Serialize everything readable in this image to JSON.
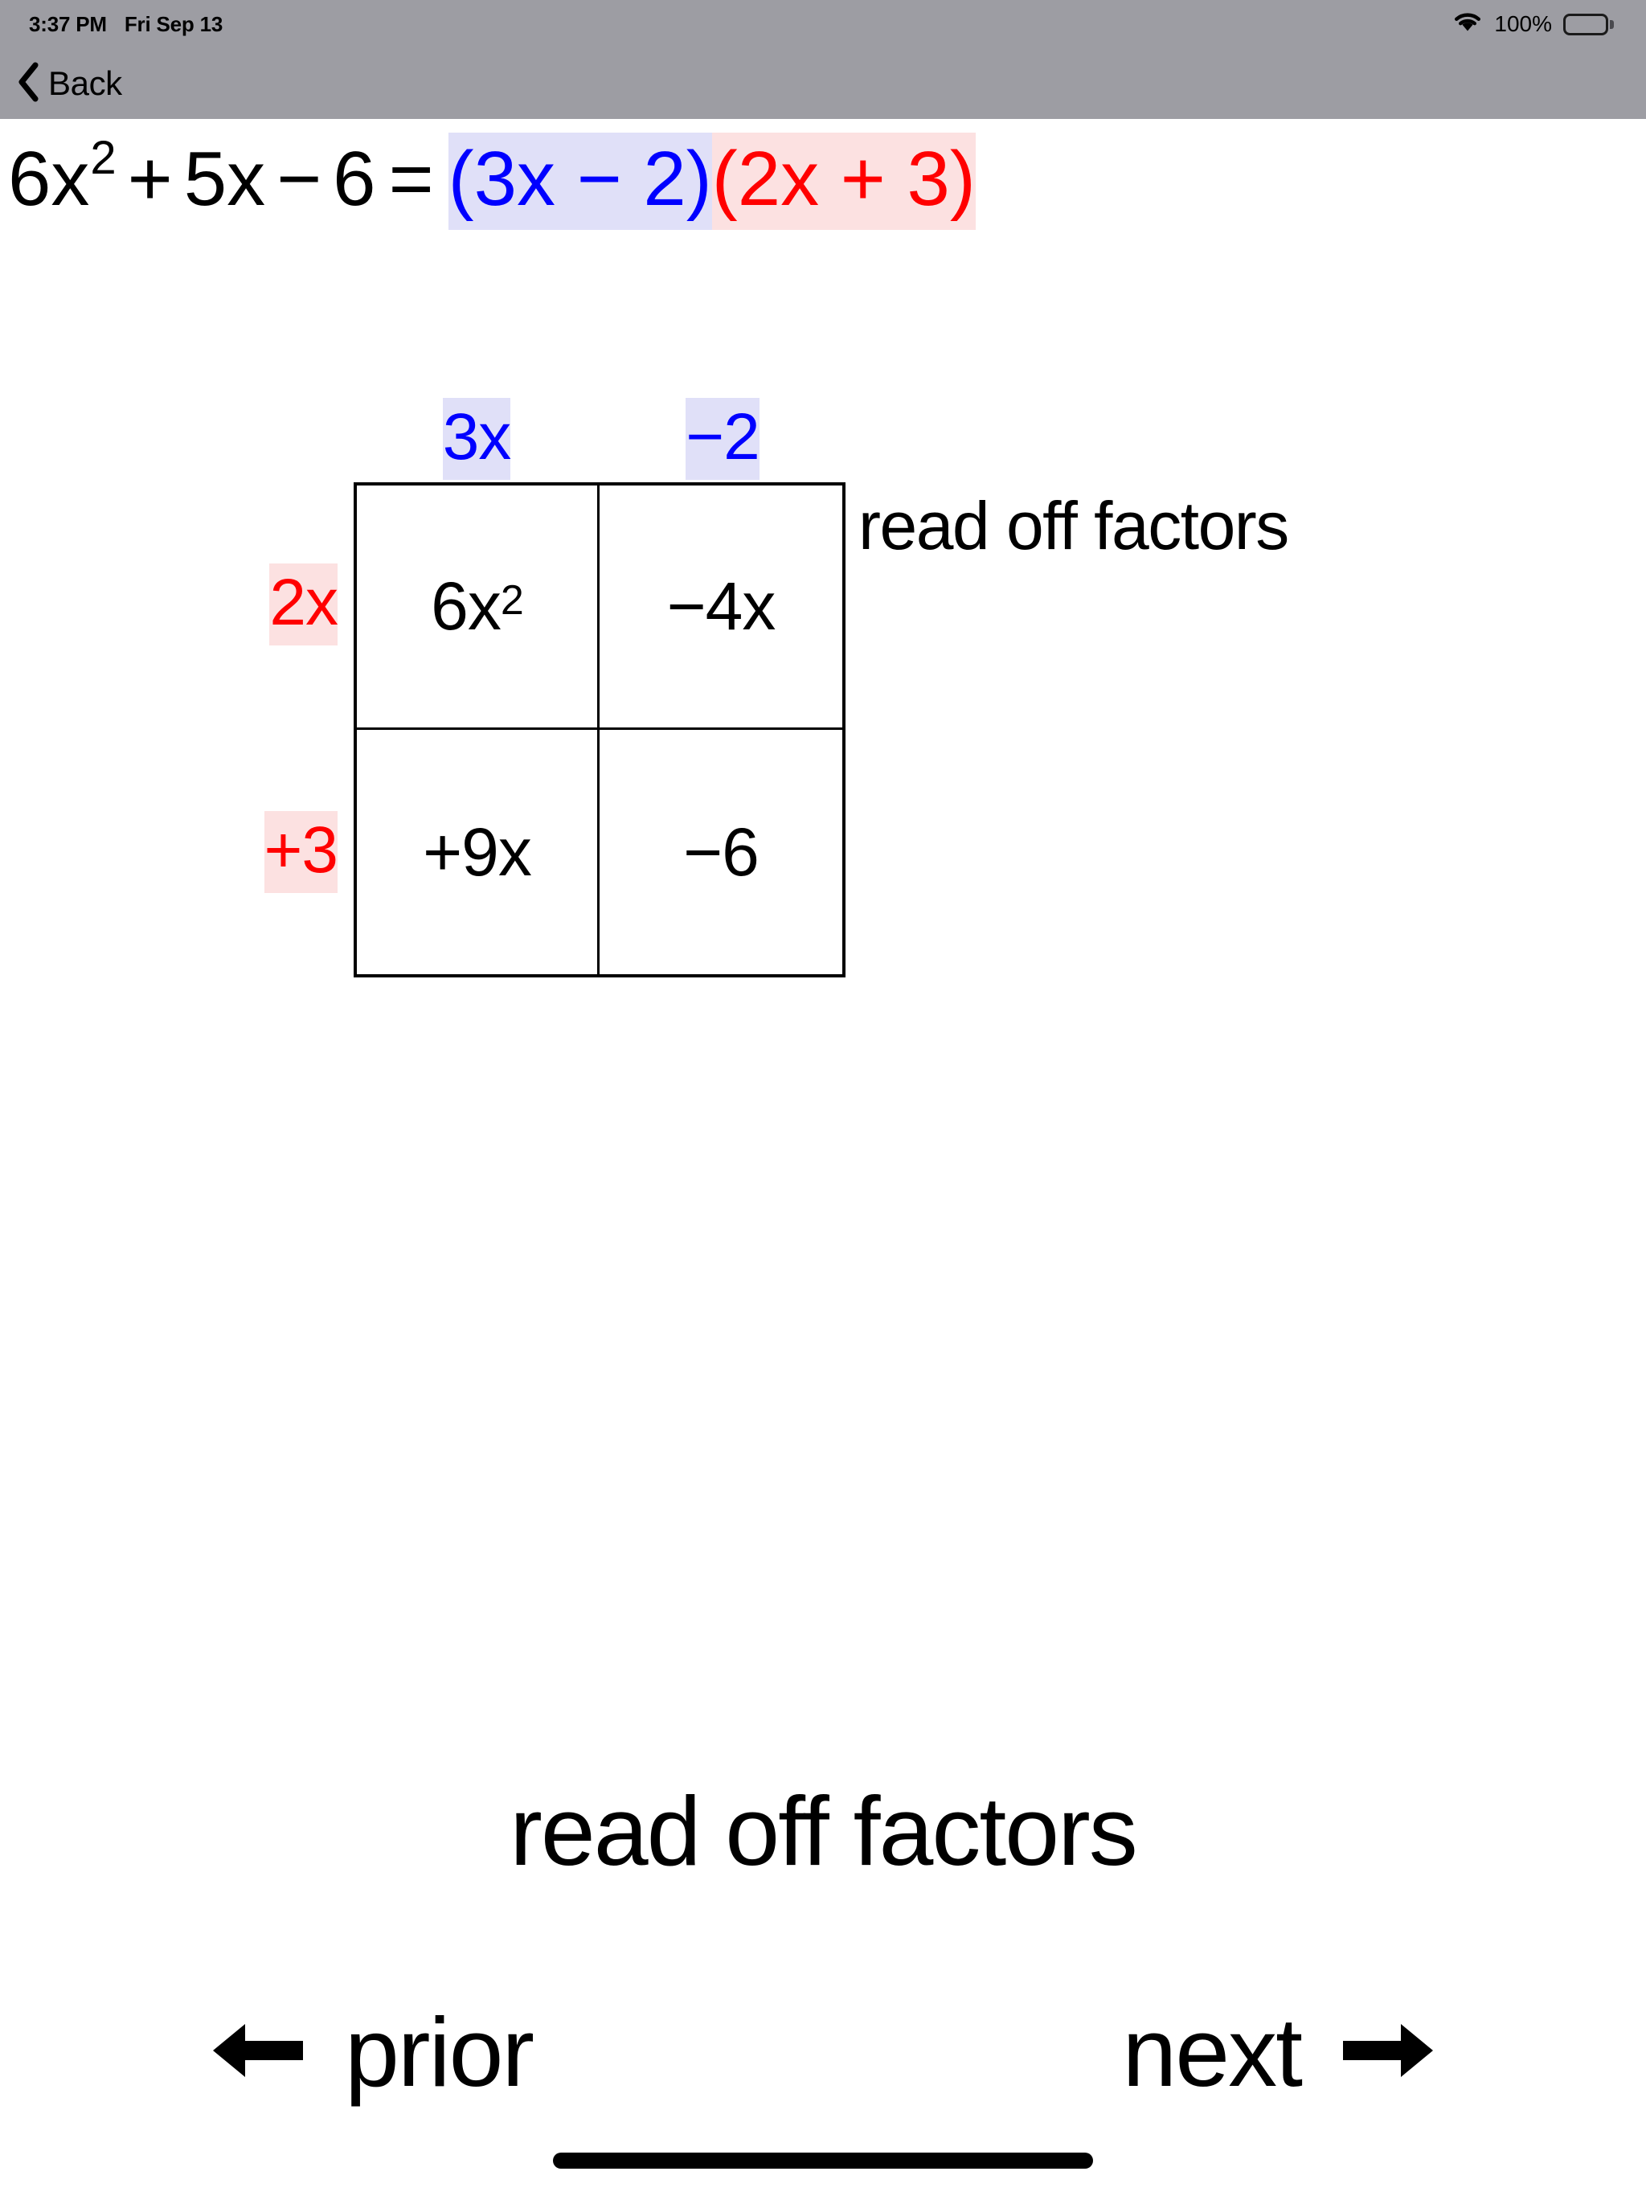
{
  "status_bar": {
    "time": "3:37 PM",
    "date": "Fri Sep 13",
    "battery_percent": "100%",
    "wifi_icon": "wifi-icon",
    "battery_icon": "battery-full-icon"
  },
  "nav_bar": {
    "back_label": "Back",
    "back_icon": "chevron-left-icon"
  },
  "equation": {
    "lhs_coefficient": "6x",
    "lhs_exponent": "2",
    "lhs_plus": "+",
    "lhs_linear": "5x",
    "lhs_minus": "−",
    "lhs_constant": "6",
    "equals": "=",
    "factor_blue": "(3x − 2)",
    "factor_red": "(2x + 3)",
    "full_text": "6x² + 5x − 6 = (3x − 2)(2x + 3)"
  },
  "box_method": {
    "column_headers": [
      "3x",
      "−2"
    ],
    "row_headers": [
      "2x",
      "+3"
    ],
    "cells": [
      [
        {
          "base": "6x",
          "exponent": "2"
        },
        {
          "base": "−4x",
          "exponent": ""
        }
      ],
      [
        {
          "base": "+9x",
          "exponent": ""
        },
        {
          "base": "−6",
          "exponent": ""
        }
      ]
    ],
    "column_color": "#0000ff",
    "column_highlight": "#e0e0f8",
    "row_color": "#ff0000",
    "row_highlight": "#fce1e1",
    "cell_color": "#000000",
    "side_annotation": "read off factors"
  },
  "caption": "read off factors",
  "navigation": {
    "prior_label": "prior",
    "prior_icon": "arrow-left-icon",
    "next_label": "next",
    "next_icon": "arrow-right-icon"
  }
}
